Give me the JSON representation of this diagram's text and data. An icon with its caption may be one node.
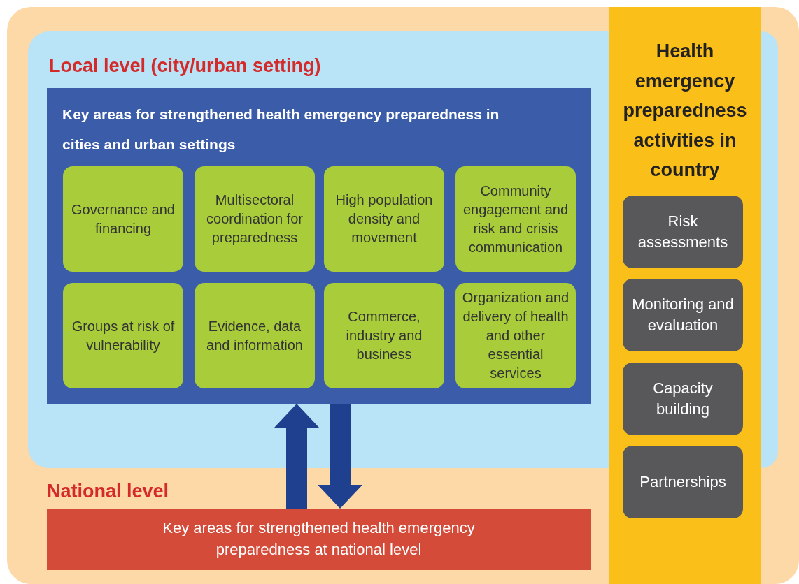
{
  "diagram": {
    "nodes": [
      {
        "text": [],
        "shape": "box"
      },
      {
        "text": [
          "Local level (city/urban setting)"
        ],
        "in": 0
      },
      {
        "text": [
          "Key areas for strengthened health emergency preparedness in cities and urban settings"
        ],
        "in": 1
      },
      {
        "text": [
          "Governance and financing"
        ],
        "in": 2
      },
      {
        "text": [
          "Multisectoral coordination for preparedness"
        ],
        "in": 2
      },
      {
        "text": [
          "High population density and movement"
        ],
        "in": 2
      },
      {
        "text": [
          "Community engagement and risk and crisis communication"
        ],
        "in": 2
      },
      {
        "text": [
          "Groups at risk of vulnerability"
        ],
        "in": 2
      },
      {
        "text": [
          "Evidence, data and information"
        ],
        "in": 2
      },
      {
        "text": [
          "Commerce, industry and business"
        ],
        "in": 2
      },
      {
        "text": [
          "Organization and delivery of health and other essential services"
        ],
        "in": 2
      },
      {
        "text": [
          "National level",
          "Key areas for strengthened health emergency preparedness at national level"
        ],
        "in": 0
      },
      {
        "text": [
          "Health emergency preparedness activities in country"
        ],
        "in": 0
      },
      {
        "text": [
          "Risk assessments"
        ],
        "in": 12
      },
      {
        "text": [
          "Monitoring and evaluation"
        ],
        "in": 12
      },
      {
        "text": [
          "Capacity building"
        ],
        "in": 12
      },
      {
        "text": [
          "Partnerships"
        ],
        "in": 12
      }
    ],
    "edges": [
      {
        "from": 11,
        "to": 2,
        "arrow": "to",
        "style": "thick"
      },
      {
        "from": 2,
        "to": 11,
        "arrow": "to",
        "style": "thick"
      }
    ]
  }
}
